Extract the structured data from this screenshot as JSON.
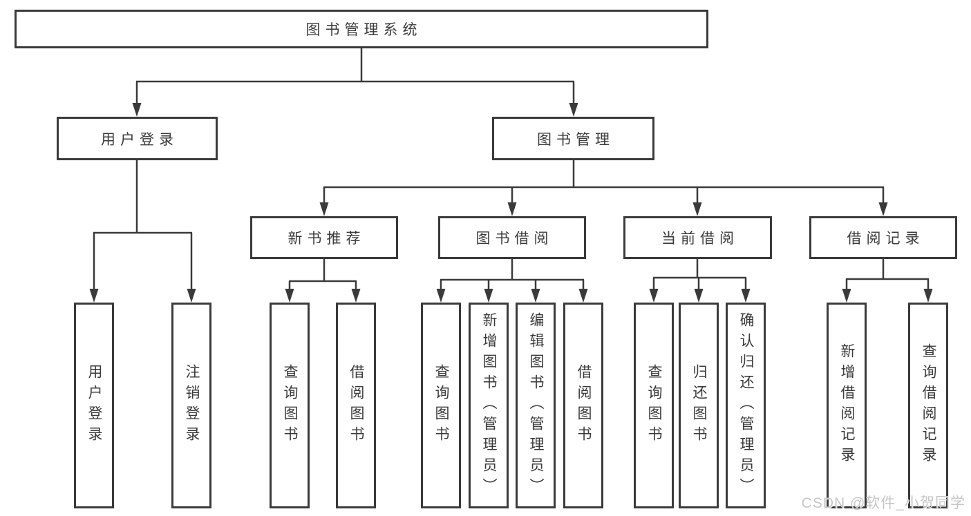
{
  "diagram": {
    "root": {
      "label": "图书管理系统"
    },
    "branches": [
      {
        "label": "用户登录",
        "children": [
          {
            "label": "用户登录"
          },
          {
            "label": "注销登录"
          }
        ]
      },
      {
        "label": "图书管理",
        "children": [
          {
            "label": "新书推荐",
            "children": [
              {
                "label": "查询图书"
              },
              {
                "label": "借阅图书"
              }
            ]
          },
          {
            "label": "图书借阅",
            "children": [
              {
                "label": "查询图书"
              },
              {
                "label": "新增图书（管理员）"
              },
              {
                "label": "编辑图书（管理员）"
              },
              {
                "label": "借阅图书"
              }
            ]
          },
          {
            "label": "当前借阅",
            "children": [
              {
                "label": "查询图书"
              },
              {
                "label": "归还图书"
              },
              {
                "label": "确认归还（管理员）"
              }
            ]
          },
          {
            "label": "借阅记录",
            "children": [
              {
                "label": "新增借阅记录"
              },
              {
                "label": "查询借阅记录"
              }
            ]
          }
        ]
      }
    ]
  },
  "watermark": {
    "text": "CSDN @软件_小贺同学"
  },
  "colors": {
    "line": "#3a3a3a",
    "box_border": "#3a3a3a",
    "box_fill": "#ffffff",
    "text": "#3a3a3a",
    "watermark": "#c6c6c6",
    "background": "#ffffff"
  }
}
